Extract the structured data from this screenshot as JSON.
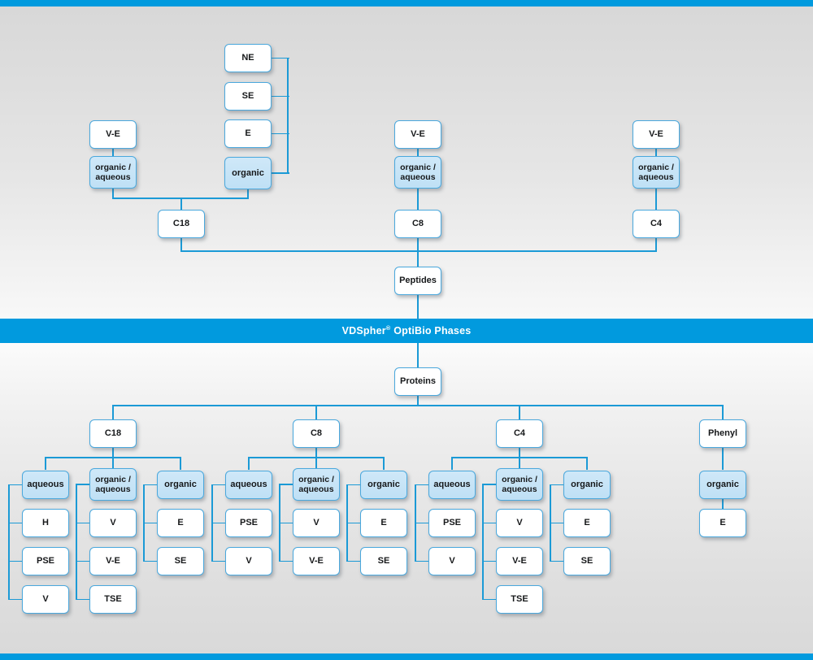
{
  "banner": {
    "text_before": "VDSpher",
    "sup": "®",
    "text_after": " OptiBio Phases"
  },
  "theme": {
    "accent": "#019ade",
    "line": "#1b9ad6",
    "node_border": "#4aa8dd",
    "node_fill": "#ffffff",
    "node_fill_highlight": "#c5e4f5",
    "background_top": "#d8d8d8",
    "background_bottom": "#d9d9d9",
    "text": "#16181a",
    "banner_text": "#ffffff"
  },
  "peptides": {
    "root_label": "Peptides",
    "columns": [
      {
        "chain_label": "C18",
        "modes": [
          {
            "label_line1": "organic /",
            "label_line2": "aqueous",
            "highlight": false,
            "children": [
              {
                "label": "V-E"
              }
            ]
          },
          {
            "label_line1": "organic",
            "label_line2": "",
            "highlight": true,
            "children": [
              {
                "label": "NE"
              },
              {
                "label": "SE"
              },
              {
                "label": "E"
              }
            ]
          }
        ]
      },
      {
        "chain_label": "C8",
        "modes": [
          {
            "label_line1": "organic /",
            "label_line2": "aqueous",
            "highlight": true,
            "children": [
              {
                "label": "V-E"
              }
            ]
          }
        ]
      },
      {
        "chain_label": "C4",
        "modes": [
          {
            "label_line1": "organic /",
            "label_line2": "aqueous",
            "highlight": true,
            "children": [
              {
                "label": "V-E"
              }
            ]
          }
        ]
      }
    ]
  },
  "proteins": {
    "root_label": "Proteins",
    "columns": [
      {
        "chain_label": "C18",
        "modes": [
          {
            "label_line1": "aqueous",
            "label_line2": "",
            "highlight": true,
            "children": [
              {
                "label": "H"
              },
              {
                "label": "PSE"
              },
              {
                "label": "V"
              }
            ]
          },
          {
            "label_line1": "organic /",
            "label_line2": "aqueous",
            "highlight": true,
            "children": [
              {
                "label": "V"
              },
              {
                "label": "V-E"
              },
              {
                "label": "TSE"
              }
            ]
          },
          {
            "label_line1": "organic",
            "label_line2": "",
            "highlight": true,
            "children": [
              {
                "label": "E"
              },
              {
                "label": "SE"
              }
            ]
          }
        ]
      },
      {
        "chain_label": "C8",
        "modes": [
          {
            "label_line1": "aqueous",
            "label_line2": "",
            "highlight": true,
            "children": [
              {
                "label": "PSE"
              },
              {
                "label": "V"
              }
            ]
          },
          {
            "label_line1": "organic /",
            "label_line2": "aqueous",
            "highlight": true,
            "children": [
              {
                "label": "V"
              },
              {
                "label": "V-E"
              }
            ]
          },
          {
            "label_line1": "organic",
            "label_line2": "",
            "highlight": true,
            "children": [
              {
                "label": "E"
              },
              {
                "label": "SE"
              }
            ]
          }
        ]
      },
      {
        "chain_label": "C4",
        "modes": [
          {
            "label_line1": "aqueous",
            "label_line2": "",
            "highlight": true,
            "children": [
              {
                "label": "PSE"
              },
              {
                "label": "V"
              }
            ]
          },
          {
            "label_line1": "organic /",
            "label_line2": "aqueous",
            "highlight": true,
            "children": [
              {
                "label": "V"
              },
              {
                "label": "V-E"
              },
              {
                "label": "TSE"
              }
            ]
          },
          {
            "label_line1": "organic",
            "label_line2": "",
            "highlight": true,
            "children": [
              {
                "label": "E"
              },
              {
                "label": "SE"
              }
            ]
          }
        ]
      },
      {
        "chain_label": "Phenyl",
        "modes": [
          {
            "label_line1": "organic",
            "label_line2": "",
            "highlight": true,
            "children": [
              {
                "label": "E"
              }
            ]
          }
        ]
      }
    ]
  },
  "layout": {
    "peptides_top_labels": [
      "V-E",
      "NE",
      "SE",
      "E"
    ],
    "note": "upper half = Peptides tree, lower half = Proteins tree"
  }
}
